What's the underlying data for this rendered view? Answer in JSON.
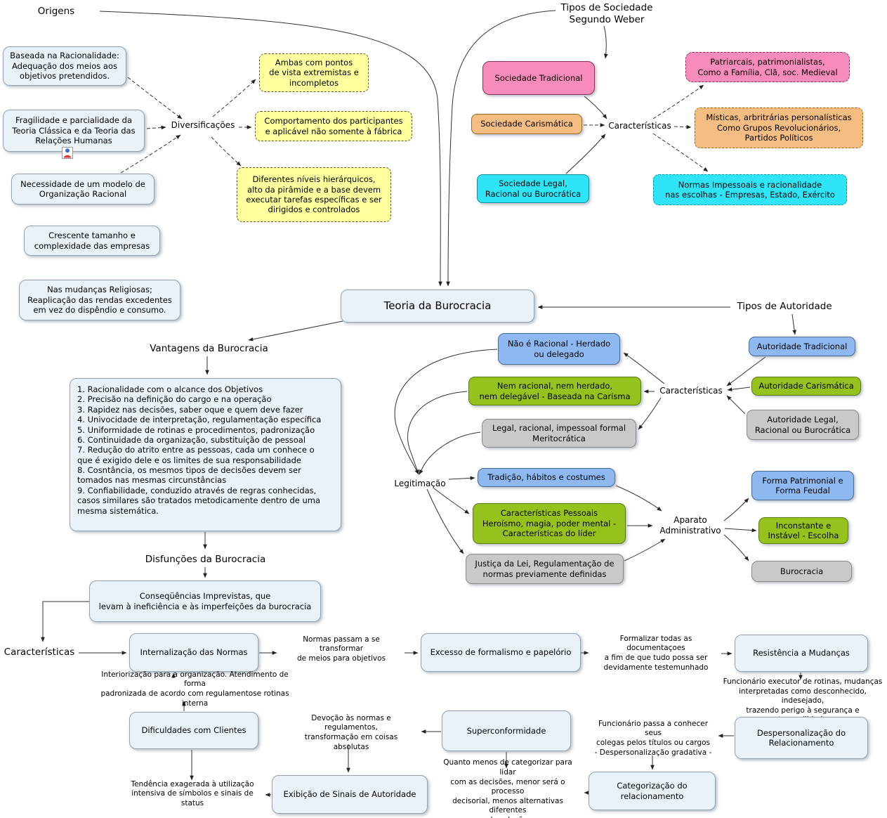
{
  "colors": {
    "default_box": "#ebf2f7",
    "yellow": "#ffff9e",
    "pink": "#f78cbc",
    "orange": "#f6bd82",
    "cyan": "#2ee4f6",
    "blue": "#8db9f0",
    "green": "#96c21e",
    "gray": "#c9c9c9"
  },
  "center": {
    "title": "Teoria da Burocracia"
  },
  "origins": {
    "label": "Origens",
    "diversificacoes": "Diversificações",
    "baseada": "Baseada na Racionalidade:\nAdequação dos meios aos\nobjetivos pretendidos.",
    "fragilidade": "Fragilidade e parcialidade da\nTeoria Clássica e da Teoria das\nRelações Humanas",
    "necessidade": "Necessidade de um modelo  de\nOrganização Racional",
    "crescente": "Crescente tamanho e\ncomplexidade das empresas",
    "mudancas": "Nas mudanças Religiosas;\nReaplicação das rendas excedentes\nem vez do dispêndio e consumo.",
    "ambas": "Ambas com pontos\nde vista extremistas e\nincompletos",
    "comportamento": "Comportamento dos participantes\ne aplicável não somente à fábrica",
    "diferentes": "Diferentes níveis hierárquicos,\nalto da pirâmide e a base devem\nexecutar tarefas específicas e ser\ndirigidos e controlados"
  },
  "society": {
    "label": "Tipos de Sociedade\nSegundo Weber",
    "caracteristicas": "Características",
    "tradicional": "Sociedade Tradicional",
    "carismatica": "Sociedade Carismática",
    "legal": "Sociedade Legal,\nRacional ou Burocrática",
    "patriarcais": "Patriarcais, patrimonialistas,\nComo a Família, Clã, soc. Medieval",
    "misticas": "Místicas, arbritrárias personalísticas\nComo Grupos Revolucionários,\nPartidos Políticos",
    "normas": "Normas Impessoais e racionalidade\nnas escolhas - Empresas, Estado, Exército"
  },
  "authority": {
    "label": "Tipos de Autoridade",
    "caracteristicas": "Características",
    "tradicional": "Autoridade Tradicional",
    "carismatica": "Autoridade Carismática",
    "legal": "Autoridade Legal,\nRacional ou Burocrática",
    "nao_racional": "Não é Racional - Herdado\nou delegado",
    "nem_racional": "Nem racional, nem herdado,\nnem delegável - Baseada na Carisma",
    "legal_racional": "Legal, racional, impessoal formal\nMeritocrática",
    "legitimacao": "Legitimação",
    "tradicao": "Tradição, hábitos e costumes",
    "pessoais": "Características Pessoais\nHeroísmo, magia, poder mental -\nCaracterísticas do líder",
    "justica": "Justiça da Lei, Regulamentação de\nnormas previamente definidas",
    "aparato": "Aparato\nAdministrativo",
    "patrimonial": "Forma Patrimonial e\nForma Feudal",
    "inconstante": "Inconstante e\nInstável - Escolha",
    "burocracia": "Burocracia"
  },
  "advantages": {
    "label": "Vantagens da Burocracia",
    "list": "1. Racionalidade com o alcance dos Objetivos\n2. Precisão na definição do cargo e na operação\n3. Rapidez nas decisões, saber oque e quem deve fazer\n4. Univocidade de interpretação, regulamentação específica\n5. Uniformidade de rotinas e procedimentos, padronização\n6. Continuidade da organização, substituição de pessoal\n7. Redução do atrito entre as pessoas, cada um conhece o\nque é exigido dele e os limites de sua responsabilidade\n8. Cosntância, os mesmos tipos de decisões devem ser\ntomados nas mesmas circunstâncias\n9. Confiabilidade, conduzido através de regras conhecidas,\ncasos similares são tratados metodicamente dentro de uma\nmesma sistemática."
  },
  "dysfunctions": {
    "label": "Disfunções da Burocracia",
    "consequencias": "Conseqüências Imprevistas, que\nlevam à ineficiência e às imperfeições da burocracia",
    "caracteristicas": "Características",
    "internalizacao": "Internalização das Normas",
    "normas_passam": "Normas passam a se transformar\nde meios para objetivos",
    "excesso": "Excesso de formalismo e papelório",
    "formalizar": "Formalizar todas as documentaçoes\na fim de que tudo possa ser\ndevidamente testemunhado",
    "resistencia": "Resistência a Mudanças",
    "interiorizacao": "Interiorização para a organização. Atendimento de forma\npadronizada de acordo com regulamentose rotinas interna",
    "funcionario_executor": "Funcionário executor de rotinas, mudanças\ninterpretadas como desconhecido, indesejado,\ntrazendo perigo à segurança e tranquilidade",
    "dificuldades": "Dificuldades com Clientes",
    "devocao": "Devoção às normas e regulamentos,\ntransformação em coisas absolutas",
    "superconformidade": "Superconformidade",
    "funcionario_passa": "Funcionário passa a conhecer seus\ncolegas pelos títulos ou cargos\n- Despersonalização gradativa -",
    "despersonalizacao": "Despersonalização do\nRelacionamento",
    "tendencia": "Tendência exagerada à utilização\nintensiva de símbolos e sinais de status",
    "exibicao": "Exibição de Sinais de Autoridade",
    "quanto_menos": "Quanto menos de categorizar para lidar\ncom as decisões, menor será o processo\ndecisorial, menos alternativas diferentes\nde solução",
    "categorizacao": "Categorização do\nrelacionamento"
  }
}
